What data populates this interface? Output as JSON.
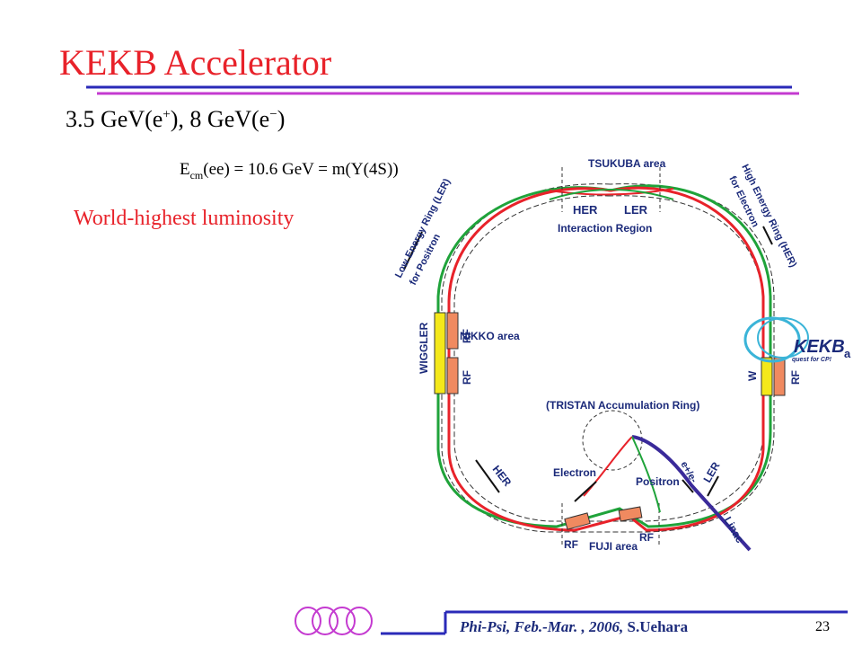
{
  "slide": {
    "title": "KEKB Accelerator",
    "subtitle": {
      "part1": "3.5 GeV(e",
      "sup1": "+",
      "part2": "), 8 GeV(e",
      "sup2": "−",
      "part3": ")"
    },
    "ecm": {
      "prefix": "E",
      "sub": "cm",
      "rest": "(ee) = 10.6 GeV = m(Y(4S))"
    },
    "highlight": "World-highest  luminosity",
    "footer": {
      "citation": "Phi-Psi, Feb.-Mar. , 2006, ",
      "author": "S.Uehara",
      "page": "23"
    },
    "colors": {
      "title": "#e8222a",
      "accent_blue": "#2a2ab8",
      "accent_magenta": "#c43ad0",
      "her": "#e8222a",
      "ler": "#1fa33a",
      "linac": "#3a2a9a"
    }
  },
  "diagram": {
    "tsukuba": "TSUKUBA area",
    "her_label": "HER",
    "ler_label": "LER",
    "interaction_region": "Interaction Region",
    "low_energy_ring": "Low Energy Ring (LER)",
    "for_positron": "for Positron",
    "high_energy_ring": "High Energy Ring (HER)",
    "for_electron": "for Electron",
    "wiggler": "WIGGLER",
    "rf": "RF",
    "nikko": "NIKKO area",
    "tristan": "(TRISTAN  Accumulation Ring)",
    "electron": "Electron",
    "positron": "Positron",
    "e_plus_minus": "e+/e-",
    "linac": "Linac",
    "fuji": "FUJI area",
    "w_label": "W",
    "kekb_logo": "KEKB",
    "kekb_tagline": "quest for CP!",
    "kekb_trail": "a"
  }
}
